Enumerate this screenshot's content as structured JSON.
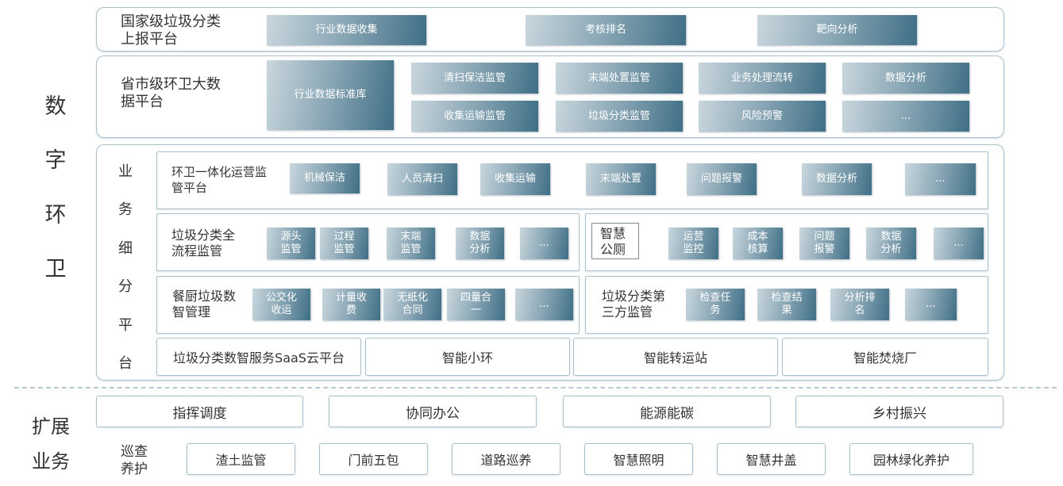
{
  "side_title_chars": [
    "数",
    "字",
    "环",
    "卫"
  ],
  "national": {
    "label": "国家级垃圾分类上报平台",
    "tiles": [
      "行业数据收集",
      "考核排名",
      "靶向分析"
    ]
  },
  "provincial": {
    "label": "省市级环卫大数据平台",
    "standard_db": "行业数据标准库",
    "tiles": [
      "清扫保洁监管",
      "末端处置监管",
      "业务处理流转",
      "数据分析",
      "收集运输监管",
      "垃圾分类监管",
      "风险预警",
      "..."
    ]
  },
  "business": {
    "vertical_label": [
      "业",
      "务",
      "细",
      "分",
      "平",
      "台"
    ],
    "sanitation": {
      "label": "环卫一体化运营监管平台",
      "tiles": [
        "机械保洁",
        "人员清扫",
        "收集运输",
        "末端处置",
        "问题报警",
        "数据分析",
        "..."
      ]
    },
    "garbage_full": {
      "label": "垃圾分类全流程监管",
      "tiles": [
        "源头监管",
        "过程监管",
        "末端监管",
        "数据分析",
        "..."
      ]
    },
    "toilet": {
      "label": "智慧公厕",
      "tiles": [
        "运营监控",
        "成本核算",
        "问题报警",
        "数据分析",
        "..."
      ]
    },
    "kitchen": {
      "label": "餐厨垃圾数智管理",
      "tiles": [
        "公交化收运",
        "计量收费",
        "无纸化合同",
        "四量合一",
        "..."
      ]
    },
    "third_party": {
      "label": "垃圾分类第三方监管",
      "tiles": [
        "检查任务",
        "检查结果",
        "分析排名",
        "..."
      ]
    },
    "bottom": [
      "垃圾分类数智服务SaaS云平台",
      "智能小环",
      "智能转运站",
      "智能焚烧厂"
    ]
  },
  "extension": {
    "label": "扩展业务",
    "row1": [
      "指挥调度",
      "协同办公",
      "能源能碳",
      "乡村振兴"
    ],
    "patrol_label": "巡查养护",
    "row2": [
      "渣土监管",
      "门前五包",
      "道路巡养",
      "智慧照明",
      "智慧井盖",
      "园林绿化养护"
    ]
  }
}
